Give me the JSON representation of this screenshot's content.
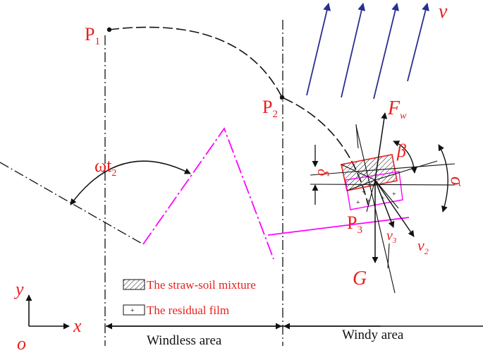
{
  "points": {
    "p1": {
      "base": "P",
      "sub": "1"
    },
    "p2": {
      "base": "P",
      "sub": "2"
    },
    "p3": {
      "base": "P",
      "sub": "3"
    }
  },
  "angle_label": {
    "base": "ωt",
    "sub": "2"
  },
  "vectors": {
    "wind": "v",
    "wind_force": {
      "base": "F",
      "sub": "w"
    },
    "gravity": "G",
    "v2": {
      "base": "v",
      "sub": "2"
    },
    "v3": {
      "base": "v",
      "sub": "3"
    }
  },
  "angles": {
    "beta": "β",
    "delta": "δ",
    "sigma": "σ"
  },
  "axes": {
    "origin": "o",
    "x": "x",
    "y": "y"
  },
  "legend": {
    "mixture": "The straw-soil mixture",
    "film": "The residual film"
  },
  "areas": {
    "windless": "Windless area",
    "windy": "Windy area"
  },
  "colors": {
    "label_red": "#e8201e",
    "wind_blue": "#2a2f8f",
    "path_magenta": "#ff00ff"
  }
}
